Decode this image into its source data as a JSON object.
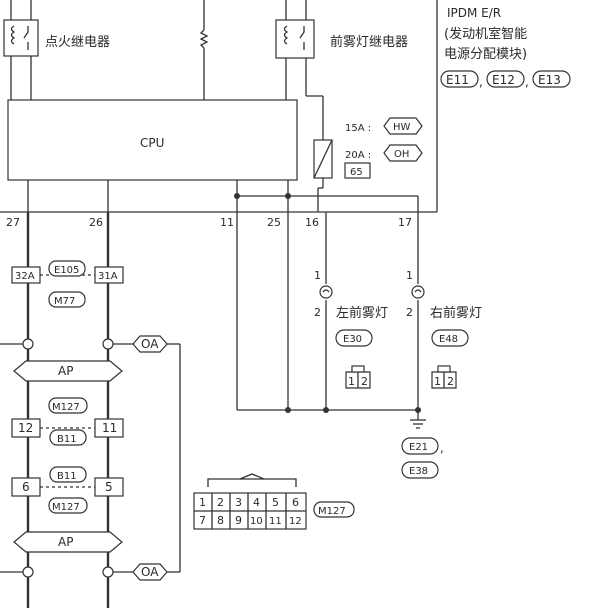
{
  "ipdm": {
    "name": "IPDM E/R",
    "desc_line1": "(发动机室智能",
    "desc_line2": "电源分配模块)",
    "connectors": [
      {
        "label": "E11",
        "sep": ","
      },
      {
        "label": "E12",
        "sep": ","
      },
      {
        "label": "E13",
        "sep": ""
      }
    ]
  },
  "relays": {
    "ignition": "点火继电器",
    "front_fog": "前雾灯继电器"
  },
  "cpu": {
    "label": "CPU"
  },
  "fuse": {
    "rating1": "15A :",
    "code1": "HW",
    "rating2": "20A :",
    "code2": "OH",
    "number": "65"
  },
  "pins_top": [
    {
      "id": "p27",
      "label": "27"
    },
    {
      "id": "p26",
      "label": "26"
    },
    {
      "id": "p11",
      "label": "11"
    },
    {
      "id": "p25",
      "label": "25"
    },
    {
      "id": "p16",
      "label": "16"
    },
    {
      "id": "p17",
      "label": "17"
    }
  ],
  "connectors_mid": {
    "c32a": "32A",
    "c31a": "31A",
    "e105": "E105",
    "m77": "M77",
    "m127a": "M127",
    "b11a": "B11",
    "b11b": "B11",
    "m127b": "M127",
    "pin12": "12",
    "pin11": "11",
    "pin6": "6",
    "pin5": "5"
  },
  "bus": {
    "ap1": "AP",
    "ap2": "AP",
    "oa1": "OA",
    "oa2": "OA"
  },
  "lamps": {
    "left": {
      "name": "左前雾灯",
      "conn": "E30",
      "pin1": "1",
      "pin2": "2"
    },
    "right": {
      "name": "右前雾灯",
      "conn": "E48",
      "pin1": "1",
      "pin2": "2"
    }
  },
  "ground": {
    "conn1": "E21",
    "sep": ",",
    "conn2": "E38"
  },
  "m127_connector": {
    "label": "M127",
    "row1": [
      "1",
      "2",
      "3",
      "4",
      "5",
      "6"
    ],
    "row2": [
      "7",
      "8",
      "9",
      "10",
      "11",
      "12"
    ]
  },
  "pin_pairs": {
    "one": "1",
    "two": "2"
  }
}
